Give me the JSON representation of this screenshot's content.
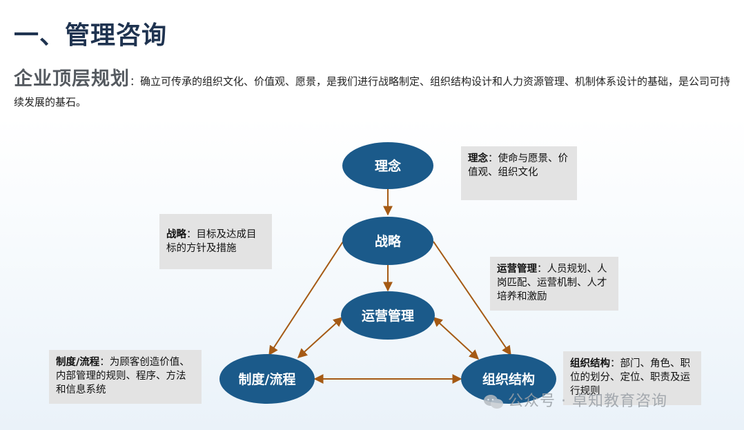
{
  "page": {
    "title": "一、管理咨询",
    "intro_heading": "企业顶层规划",
    "intro_text": "：确立可传承的组织文化、价值观、愿景，是我们进行战略制定、组织结构设计和人力资源管理、机制体系设计的基础，是公司可持续发展的基石。"
  },
  "diagram": {
    "nodes": {
      "idea": "理念",
      "strategy": "战略",
      "operations": "运营管理",
      "system": "制度/流程",
      "structure": "组织结构"
    },
    "notes": {
      "idea": {
        "term": "理念",
        "desc": "：使命与愿景、价值观、组织文化"
      },
      "strategy": {
        "term": "战略",
        "desc": "：目标及达成目标的方针及措施"
      },
      "operations": {
        "term": "运营管理",
        "desc": "：人员规划、人岗匹配、运营机制、人才培养和激励"
      },
      "system": {
        "term": "制度/流程",
        "desc": "：为顾客创造价值、内部管理的规则、程序、方法和信息系统"
      },
      "structure": {
        "term": "组织结构",
        "desc": "：部门、角色、职位的划分、定位、职责及运行规则"
      }
    },
    "colors": {
      "node": "#1b5a8a",
      "arrow": "#a55a14",
      "note_bg": "#e3e3e3"
    }
  },
  "watermark": {
    "text": "公众号 · 卓知教育咨询",
    "icon": "wechat-icon"
  }
}
